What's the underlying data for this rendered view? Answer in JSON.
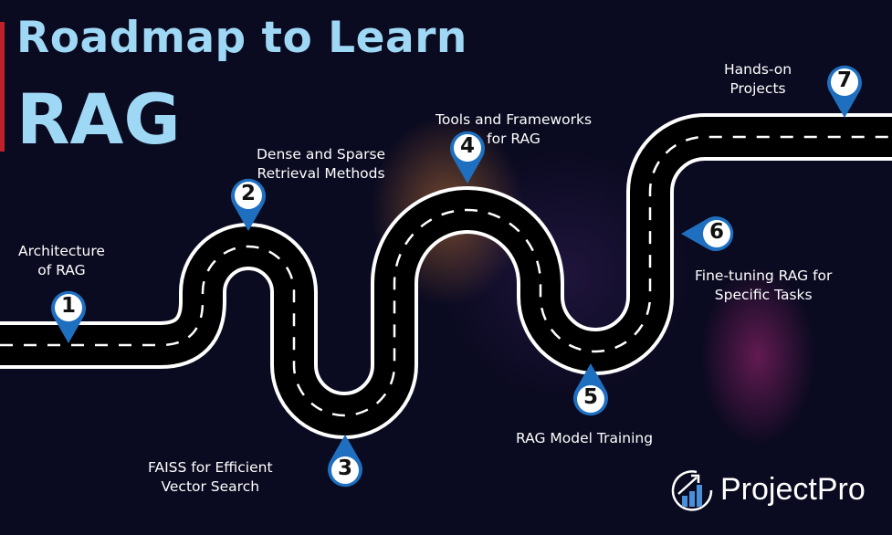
{
  "title": {
    "line1": "Roadmap to Learn",
    "line2": "RAG"
  },
  "steps": [
    {
      "number": "1",
      "label_line1": "Architecture",
      "label_line2": "of RAG"
    },
    {
      "number": "2",
      "label_line1": "Dense and Sparse",
      "label_line2": "Retrieval Methods"
    },
    {
      "number": "3",
      "label_line1": "FAISS for Efficient",
      "label_line2": "Vector Search"
    },
    {
      "number": "4",
      "label_line1": "Tools and Frameworks",
      "label_line2": "for RAG"
    },
    {
      "number": "5",
      "label_line1": "RAG Model Training",
      "label_line2": ""
    },
    {
      "number": "6",
      "label_line1": "Fine-tuning RAG for",
      "label_line2": "Specific Tasks"
    },
    {
      "number": "7",
      "label_line1": "Hands-on",
      "label_line2": "Projects"
    }
  ],
  "logo": {
    "text": "ProjectPro"
  },
  "colors": {
    "title": "#9fd8f5",
    "accent": "#c0202a",
    "pin": "#1f6fc0",
    "background": "#0a0a20"
  }
}
